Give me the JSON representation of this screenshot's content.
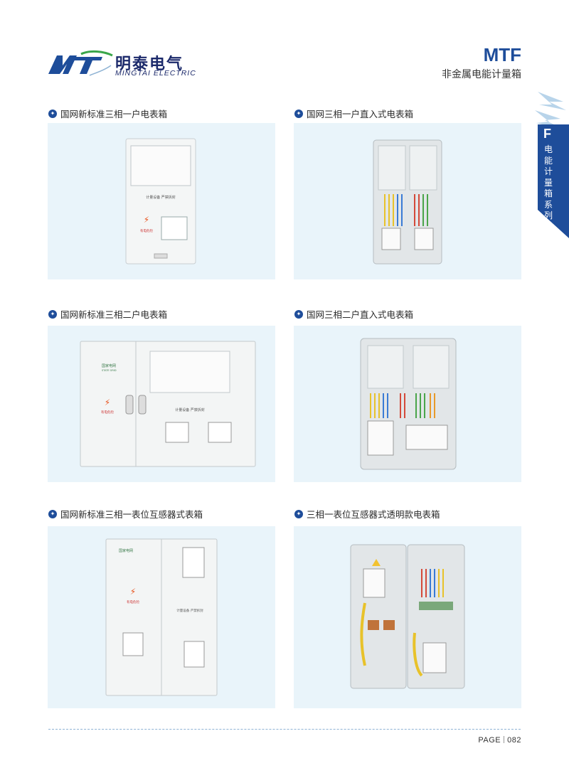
{
  "brand": {
    "logo_mark": "MT",
    "name_cn": "明泰电气",
    "name_en": "MINGTAI ELECTRIC"
  },
  "series": {
    "code": "MTF",
    "name": "非金属电能计量箱"
  },
  "side_tab": {
    "letter": "F",
    "text": "电能计量箱系列",
    "color": "#1e4d9a"
  },
  "products": [
    {
      "title": "国网新标准三相一户电表箱",
      "labels": [
        "计量设备  严禁拆封",
        "有电危险"
      ]
    },
    {
      "title": "国网三相一户直入式电表箱",
      "labels": []
    },
    {
      "title": "国网新标准三相二户电表箱",
      "labels": [
        "国家电网",
        "STATE GRID",
        "有电危险",
        "计量设备  严禁拆封"
      ]
    },
    {
      "title": "国网三相二户直入式电表箱",
      "labels": []
    },
    {
      "title": "国网新标准三相一表位互感器式表箱",
      "labels": [
        "国家电网",
        "有电危险",
        "计量设备  严禁拆封"
      ]
    },
    {
      "title": "三相一表位互感器式透明款电表箱",
      "labels": []
    }
  ],
  "footer": {
    "page_label": "PAGE",
    "page_number": "082"
  },
  "colors": {
    "accent": "#1e4d9a",
    "panel_bg": "#e9f4fa",
    "warning": "#e8541e"
  }
}
